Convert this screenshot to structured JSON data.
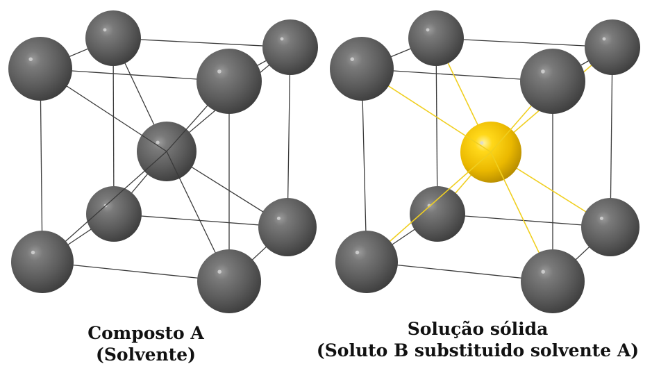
{
  "colors": {
    "solvent_atom": "#5a5a5a",
    "solute_atom": "#f2c500",
    "bond": "#3a3a3a",
    "solute_bond": "#f0cf20",
    "background": "#ffffff"
  },
  "structures": [
    {
      "caption_line1": "Composto A",
      "caption_line2": "(Solvente)",
      "center_atom": "solvent"
    },
    {
      "caption_line1": "Solução sólida",
      "caption_line2": "(Soluto B substituido solvente A)",
      "center_atom": "solute"
    }
  ]
}
